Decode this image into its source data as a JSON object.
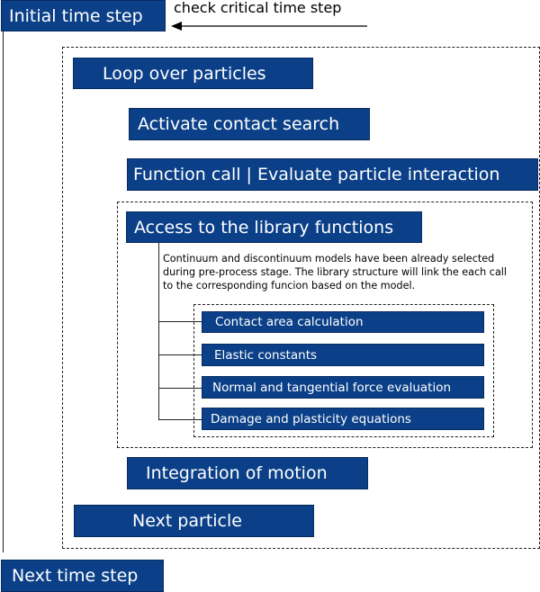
{
  "outer": {
    "initial_step": "Initial time step",
    "check_note": "check critical time step",
    "next_time_step": "Next time step"
  },
  "loop": {
    "loop_particles": "Loop over particles",
    "activate_contact": "Activate contact search",
    "function_call": "Function call | Evaluate particle interaction",
    "integration": "Integration of motion",
    "next_particle": "Next particle"
  },
  "library": {
    "access": "Access to the library functions",
    "description_lines": [
      "Continuum and discontinuum models have been already selected",
      "during pre-process stage. The library structure will link the each call",
      "to the corresponding funcion based on the model."
    ],
    "functions": [
      "Contact area calculation",
      "Elastic constants",
      "Normal and tangential force evaluation",
      "Damage and plasticity equations"
    ]
  }
}
